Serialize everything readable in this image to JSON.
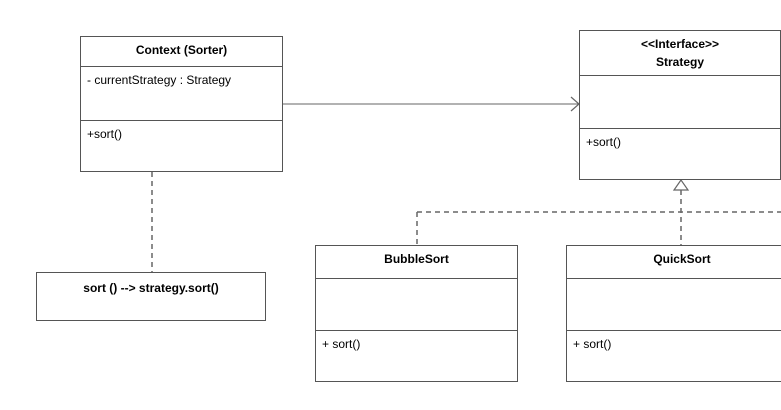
{
  "context": {
    "name": "Context (Sorter)",
    "attribute": "- currentStrategy : Strategy",
    "method": "+sort()"
  },
  "note": {
    "text": "sort () --> strategy.sort()"
  },
  "strategy": {
    "stereotype": "<<Interface>>",
    "name": "Strategy",
    "method": "+sort()"
  },
  "bubble": {
    "name": "BubbleSort",
    "method": "+ sort()"
  },
  "quick": {
    "name": "QuickSort",
    "method": "+ sort()"
  },
  "colors": {
    "line": "#555555",
    "dashed": "#666666"
  }
}
